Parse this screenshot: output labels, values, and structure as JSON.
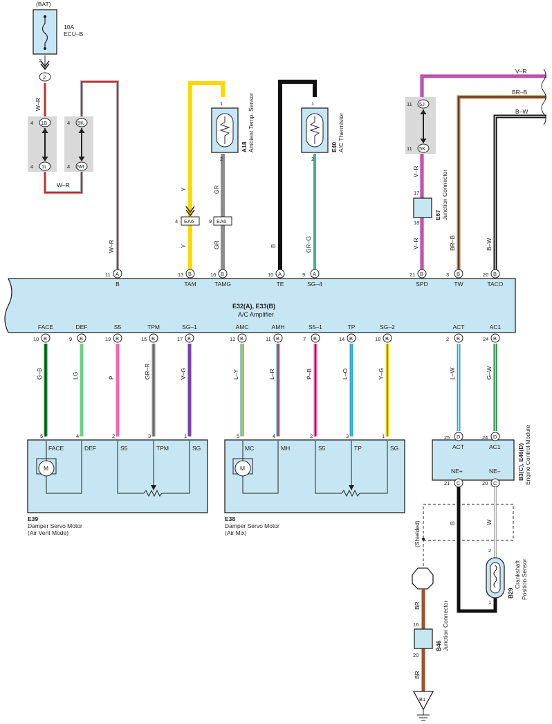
{
  "power": {
    "bat": "(BAT)",
    "fuse_amp": "10A",
    "fuse_name": "ECU–B",
    "fuse_pin": "2",
    "conn_pin": "2"
  },
  "junctions": {
    "j1": {
      "pin_top": "4",
      "top": "1B",
      "pin_bot": "4",
      "bot": "1L"
    },
    "j2": {
      "pin_top": "4",
      "top": "5K",
      "pin_bot": "4",
      "bot": "5M"
    },
    "j3": {
      "pin_top": "11",
      "top": "5J",
      "pin_bot": "11",
      "bot": "5K"
    }
  },
  "wires_top": {
    "wr_left": "W–R",
    "wr_bottom": "W–R",
    "wr_main": "W–R",
    "y_upper": "Y",
    "y_lower": "Y",
    "gr_upper": "GR",
    "gr_lower": "GR",
    "b": "B",
    "grg": "GR–G",
    "vr_right": "V–R",
    "brb_right": "BR–B",
    "bw_right": "B–W",
    "vr1": "V–R",
    "vr2": "V–R",
    "brb": "BR–B",
    "bw": "B–W"
  },
  "ea6": {
    "label": "EA6",
    "pin_y": "4",
    "pin_gr": "9"
  },
  "a18": {
    "id": "A18",
    "name": "Ambient Temp. Sensor",
    "pin1": "1",
    "pin2": "2"
  },
  "e40": {
    "id": "E40",
    "name": "A/C Thermistor",
    "pin1": "1",
    "pin2": "2"
  },
  "e67": {
    "id": "E67",
    "name": "Junction Connector",
    "pin17": "17",
    "pin18": "18"
  },
  "amp": {
    "id": "E32(A), E33(B)",
    "name": "A/C Amplifier",
    "top_pins": [
      {
        "num": "11",
        "conn": "A",
        "term": "B"
      },
      {
        "num": "13",
        "conn": "B",
        "term": "TAM"
      },
      {
        "num": "16",
        "conn": "B",
        "term": "TAMG"
      },
      {
        "num": "10",
        "conn": "A",
        "term": "TE"
      },
      {
        "num": "9",
        "conn": "A",
        "term": "SG–4"
      },
      {
        "num": "21",
        "conn": "B",
        "term": "SPD"
      },
      {
        "num": "3",
        "conn": "B",
        "term": "TW"
      },
      {
        "num": "20",
        "conn": "B",
        "term": "TACO"
      }
    ],
    "bottom_pins": [
      {
        "num": "10",
        "conn": "B",
        "term": "FACE",
        "wire": "G–B"
      },
      {
        "num": "9",
        "conn": "B",
        "term": "DEF",
        "wire": "LG"
      },
      {
        "num": "19",
        "conn": "B",
        "term": "S5",
        "wire": "P"
      },
      {
        "num": "15",
        "conn": "B",
        "term": "TPM",
        "wire": "GR–R"
      },
      {
        "num": "17",
        "conn": "B",
        "term": "SG–1",
        "wire": "V–G"
      },
      {
        "num": "12",
        "conn": "B",
        "term": "AMC",
        "wire": "L–Y"
      },
      {
        "num": "11",
        "conn": "B",
        "term": "AMH",
        "wire": "L–R"
      },
      {
        "num": "7",
        "conn": "B",
        "term": "S5–1",
        "wire": "P–B"
      },
      {
        "num": "14",
        "conn": "B",
        "term": "TP",
        "wire": "L–O"
      },
      {
        "num": "18",
        "conn": "B",
        "term": "SG–2",
        "wire": "Y–G"
      },
      {
        "num": "2",
        "conn": "B",
        "term": "ACT",
        "wire": "L–W"
      },
      {
        "num": "24",
        "conn": "B",
        "term": "AC1",
        "wire": "G–W"
      }
    ]
  },
  "e39": {
    "id": "E39",
    "name1": "Damper Servo Motor",
    "name2": "(Air Vent Mode)",
    "motor": "M",
    "pins": [
      {
        "num": "5",
        "term": "FACE"
      },
      {
        "num": "4",
        "term": "DEF"
      },
      {
        "num": "2",
        "term": "S5"
      },
      {
        "num": "3",
        "term": "TPM"
      },
      {
        "num": "1",
        "term": "SG"
      }
    ]
  },
  "e38": {
    "id": "E38",
    "name1": "Damper Servo Motor",
    "name2": "(Air Mix)",
    "motor": "M",
    "pins": [
      {
        "num": "5",
        "term": "MC"
      },
      {
        "num": "4",
        "term": "MH"
      },
      {
        "num": "2",
        "term": "S5"
      },
      {
        "num": "3",
        "term": "TP"
      },
      {
        "num": "1",
        "term": "SG"
      }
    ]
  },
  "ecm": {
    "id": "B3(C), E46(D)",
    "name": "Engine Control Module",
    "top": [
      {
        "num": "25",
        "conn": "D",
        "term": "ACT"
      },
      {
        "num": "24",
        "conn": "D",
        "term": "AC1"
      }
    ],
    "bottom": [
      {
        "num": "21",
        "conn": "C",
        "term": "NE+"
      },
      {
        "num": "20",
        "conn": "C",
        "term": "NE–"
      }
    ]
  },
  "shield": {
    "label": "(Shielded)",
    "wire_b": "B",
    "wire_w": "W"
  },
  "b29": {
    "id": "B29",
    "name1": "Crankshaft",
    "name2": "Position Sensor",
    "pin2": "2",
    "pin1": "1"
  },
  "b46": {
    "id": "B46",
    "name": "Junction Connector",
    "pin16": "16",
    "pin20": "20",
    "wire1": "BR",
    "wire2": "BR"
  },
  "ground": {
    "id": "B1"
  }
}
